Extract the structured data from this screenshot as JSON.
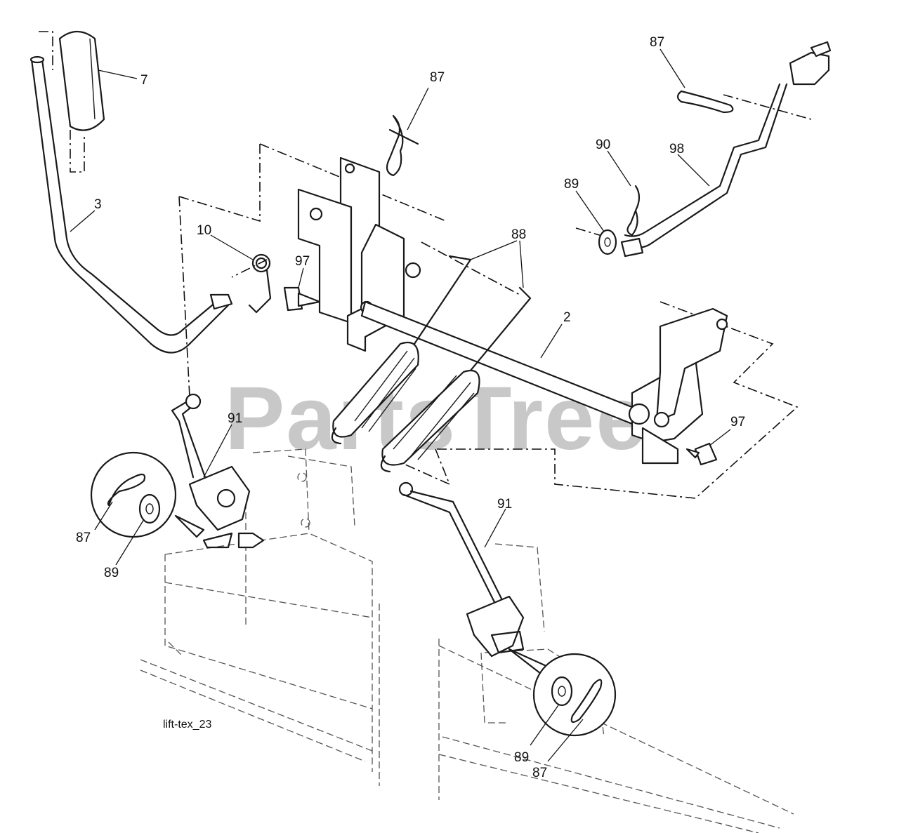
{
  "watermark": "PartsTree",
  "caption": "lift-tex_23",
  "callouts": {
    "c7": "7",
    "c3": "3",
    "c10": "10",
    "c97a": "97",
    "c87a": "87",
    "c88": "88",
    "c2": "2",
    "c87b": "87",
    "c90": "90",
    "c89a": "89",
    "c98": "98",
    "c97b": "97",
    "c91a": "91",
    "c87c": "87",
    "c89b": "89",
    "c91b": "91",
    "c89c": "89",
    "c87d": "87"
  }
}
